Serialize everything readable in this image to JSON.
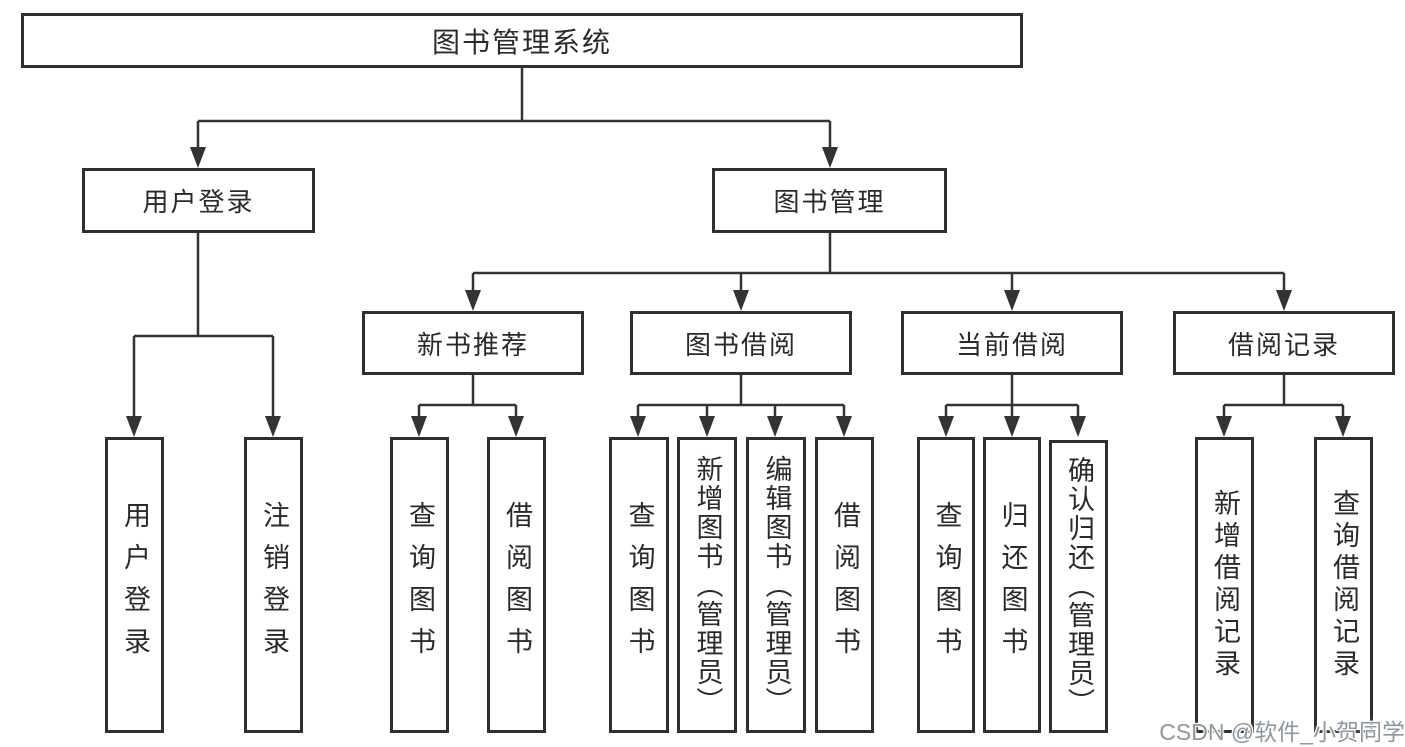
{
  "diagram": {
    "type": "org-tree",
    "title": "图书管理系统",
    "watermark": "CSDN @软件_小贺同学",
    "colors": {
      "line": "#333333",
      "box_border": "#2f2f2f",
      "text": "#2a2a2a",
      "background": "#ffffff",
      "watermark": "#8f969c"
    },
    "nodes": {
      "root": {
        "label": "图书管理系统"
      },
      "level2": [
        {
          "label": "用户登录",
          "parent": "图书管理系统"
        },
        {
          "label": "图书管理",
          "parent": "图书管理系统"
        }
      ],
      "level3": [
        {
          "label": "新书推荐",
          "parent": "图书管理"
        },
        {
          "label": "图书借阅",
          "parent": "图书管理"
        },
        {
          "label": "当前借阅",
          "parent": "图书管理"
        },
        {
          "label": "借阅记录",
          "parent": "图书管理"
        }
      ],
      "leaves": [
        {
          "label": "用户登录",
          "parent": "用户登录"
        },
        {
          "label": "注销登录",
          "parent": "用户登录"
        },
        {
          "label": "查询图书",
          "parent": "新书推荐"
        },
        {
          "label": "借阅图书",
          "parent": "新书推荐"
        },
        {
          "label": "查询图书",
          "parent": "图书借阅"
        },
        {
          "label": "新增图书（管理员）",
          "parent": "图书借阅"
        },
        {
          "label": "编辑图书（管理员）",
          "parent": "图书借阅"
        },
        {
          "label": "借阅图书",
          "parent": "图书借阅"
        },
        {
          "label": "查询图书",
          "parent": "当前借阅"
        },
        {
          "label": "归还图书",
          "parent": "当前借阅"
        },
        {
          "label": "确认归还（管理员）",
          "parent": "当前借阅"
        },
        {
          "label": "新增借阅记录",
          "parent": "借阅记录"
        },
        {
          "label": "查询借阅记录",
          "parent": "借阅记录"
        }
      ]
    }
  }
}
